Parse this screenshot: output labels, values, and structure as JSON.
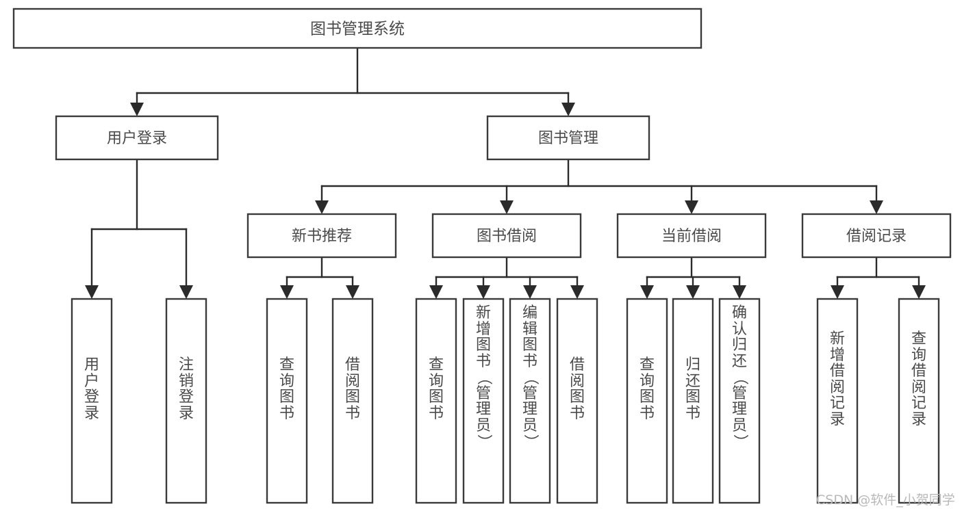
{
  "diagram": {
    "title": "图书管理系统",
    "type": "tree-hierarchy",
    "background_color": "#ffffff",
    "box_stroke_color": "#3a3a3a",
    "line_color": "#2b2b2b",
    "text_color": "#4a4a4a",
    "root": {
      "label": "图书管理系统"
    },
    "level2": [
      {
        "label": "用户登录"
      },
      {
        "label": "图书管理"
      }
    ],
    "level3": [
      {
        "label": "新书推荐"
      },
      {
        "label": "图书借阅"
      },
      {
        "label": "当前借阅"
      },
      {
        "label": "借阅记录"
      }
    ],
    "leaves": {
      "user_login": [
        {
          "label": "用户登录"
        },
        {
          "label": "注销登录"
        }
      ],
      "new_book_recommend": [
        {
          "label": "查询图书"
        },
        {
          "label": "借阅图书"
        }
      ],
      "book_borrow": [
        {
          "label": "查询图书"
        },
        {
          "label": "新增图书（管理员）"
        },
        {
          "label": "编辑图书（管理员）"
        },
        {
          "label": "借阅图书"
        }
      ],
      "current_borrow": [
        {
          "label": "查询图书"
        },
        {
          "label": "归还图书"
        },
        {
          "label": "确认归还（管理员）"
        }
      ],
      "borrow_record": [
        {
          "label": "新增借阅记录"
        },
        {
          "label": "查询借阅记录"
        }
      ]
    }
  },
  "watermark": {
    "text": "CSDN @软件_小贺同学"
  }
}
